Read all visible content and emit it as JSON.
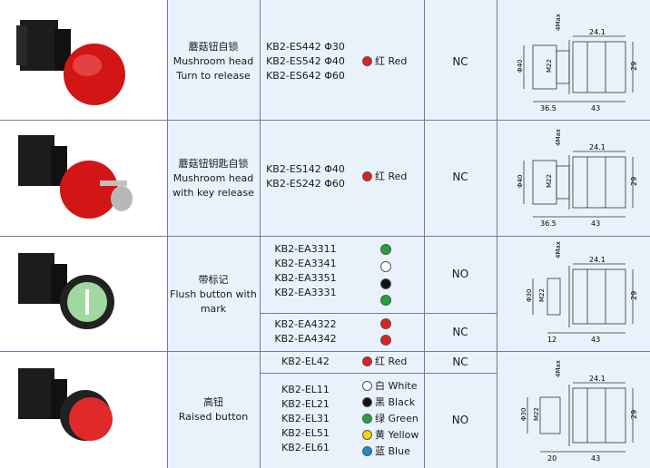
{
  "rows": [
    {
      "desc_cn": "蘑菇钮自锁",
      "desc_en1": "Mushroom head",
      "desc_en2": "Turn to release",
      "models": [
        "KB2-ES442 Φ30",
        "KB2-ES542 Φ40",
        "KB2-ES642 Φ60"
      ],
      "color": "红 Red",
      "contact": "NC",
      "dims": {
        "top": "4Max",
        "w1": "24.1",
        "h1": "Φ40",
        "h2": "M22",
        "h3": "29",
        "b1": "36.5",
        "b2": "43"
      }
    },
    {
      "desc_cn": "蘑菇钮钥匙自锁",
      "desc_en1": "Mushroom head",
      "desc_en2": "with key release",
      "models": [
        "KB2-ES142 Φ40",
        "KB2-ES242 Φ60"
      ],
      "color": "红 Red",
      "contact": "NC",
      "dims": {
        "top": "4Max",
        "w1": "24.1",
        "h1": "Φ40",
        "h2": "M22",
        "h3": "29",
        "b1": "36.5",
        "b2": "43"
      }
    },
    {
      "desc_cn": "带标记",
      "desc_en1": "Flush button with",
      "desc_en2": "mark",
      "models_no": [
        "KB2-EA3311",
        "KB2-EA3341",
        "KB2-EA3351",
        "KB2-EA3331"
      ],
      "contact_no": "NO",
      "models_nc": [
        "KB2-EA4322",
        "KB2-EA4342"
      ],
      "contact_nc": "NC",
      "dims": {
        "top": "4Max",
        "w1": "24.1",
        "h1": "Φ30",
        "h2": "M22",
        "h3": "29",
        "b1": "12",
        "b2": "43"
      }
    },
    {
      "desc_cn": "高钮",
      "desc_en1": "Raised button",
      "model_nc": "KB2-EL42",
      "color_nc": "红 Red",
      "contact_nc": "NC",
      "models_no": [
        "KB2-EL11",
        "KB2-EL21",
        "KB2-EL31",
        "KB2-EL51",
        "KB2-EL61"
      ],
      "colors_no": [
        "白 White",
        "黑 Black",
        "绿 Green",
        "黄 Yellow",
        "蓝 Blue"
      ],
      "contact_no": "NO",
      "dims": {
        "top": "4Max",
        "w1": "24.1",
        "h1": "Φ30",
        "h2": "M22",
        "h3": "29",
        "b1": "20",
        "b2": "43"
      }
    }
  ],
  "colors": {
    "red": "#e02020",
    "white": "#ffffff",
    "black": "#111111",
    "green": "#1fa33a",
    "yellow": "#f2d600",
    "blue": "#1a8ad6",
    "cell_bg": "#e9f2fa",
    "rule": "#6a7fa0"
  }
}
